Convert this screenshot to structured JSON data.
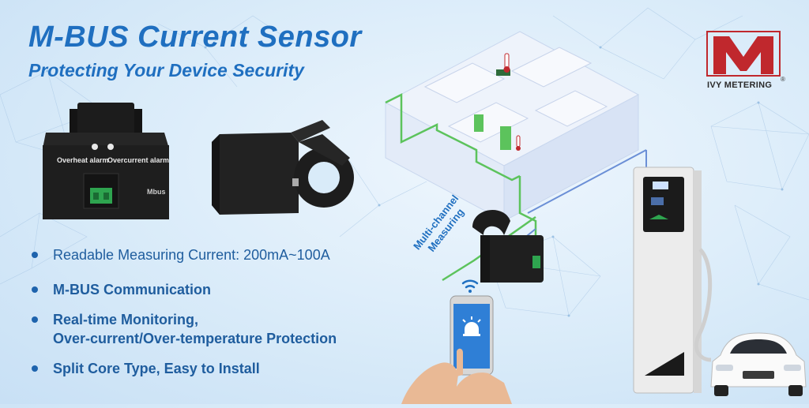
{
  "header": {
    "title": "M-BUS Current Sensor",
    "subtitle": "Protecting Your Device Security"
  },
  "brand": {
    "name": "IVY METERING",
    "registered": "®",
    "color": "#c0282d"
  },
  "sensor_labels": {
    "overheat": "Overheat alarm",
    "overcurrent": "Overcurrent alarm",
    "mbus": "Mbus"
  },
  "callout": {
    "line1": "Multi-channel",
    "line2": "Measuring"
  },
  "features": {
    "f1": "Readable Measuring Current: 200mA~100A",
    "f2": "M-BUS Communication",
    "f3a": "Real-time Monitoring,",
    "f3b": "Over-current/Over-temperature Protection",
    "f4": "Split Core Type, Easy to Install"
  },
  "colors": {
    "accent": "#1f6fc0",
    "green_line": "#5cc35c",
    "blue_line": "#6b8fd6"
  },
  "icons": [
    "wifi-icon",
    "alarm-icon",
    "thermometer-icon"
  ]
}
